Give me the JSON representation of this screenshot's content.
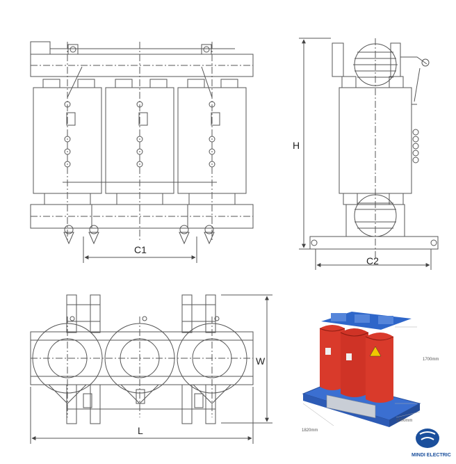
{
  "dimensions": {
    "c1": "C1",
    "c2": "C2",
    "h": "H",
    "w": "W",
    "l": "L"
  },
  "photo": {
    "height_label": "1700mm",
    "width_label": "1500mm",
    "length_label": "1820mm",
    "brand_name": "MINDI ELECTRIC"
  },
  "colors": {
    "line": "#555555",
    "coil_red": "#d93a2b",
    "base_blue": "#3b6fd1",
    "brand_blue": "#1b4f9c"
  }
}
